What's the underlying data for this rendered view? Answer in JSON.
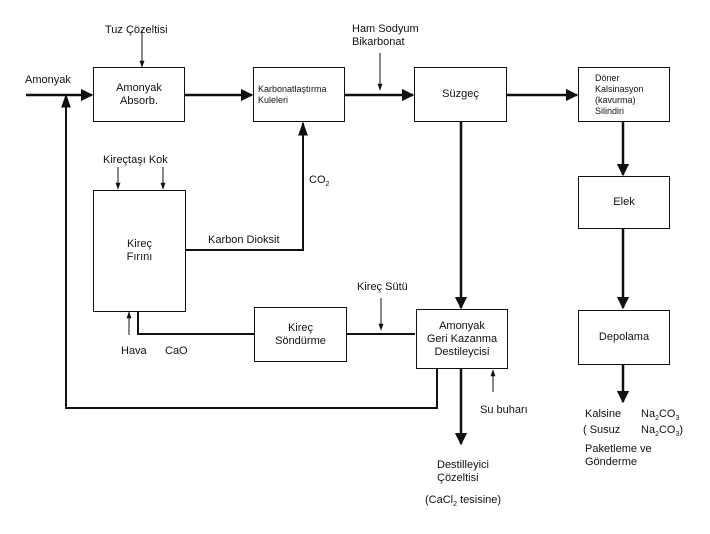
{
  "inputs": {
    "tuz": "Tuz Çözeltisi",
    "amonyak": "Amonyak",
    "ham_sodyum_1": "Ham Sodyum",
    "ham_sodyum_2": "Bikarbonat",
    "kirectasi_kok": "Kireçtaşı Kok",
    "co2": "CO",
    "co2_sub": "2",
    "karbon_dioksit": "Karbon Dioksit",
    "kirec_sutu": "Kireç Sütü",
    "hava": "Hava",
    "cao": "CaO",
    "su_buhari": "Su buharı"
  },
  "boxes": {
    "absorb_1": "Amonyak",
    "absorb_2": "Absorb.",
    "karbon_1": "Karbonatlaştırma",
    "karbon_2": "Kuleleri",
    "suzgec": "Süzgeç",
    "doner_1": "Döner",
    "doner_2": "Kalsinasyon",
    "doner_3": "(kavurma)",
    "doner_4": "Silindiri",
    "elek": "Elek",
    "depolama": "Depolama",
    "firin_1": "Kireç",
    "firin_2": "Fırını",
    "sondurme_1": "Kireç",
    "sondurme_2": "Söndürme",
    "geri_1": "Amonyak",
    "geri_2": "Geri Kazanma",
    "geri_3": "Destileycisi"
  },
  "outputs": {
    "destil_1": "Destilleyici",
    "destil_2": "Çözeltisi",
    "cacl_pre": "(CaCl",
    "cacl_sub": "2",
    "cacl_post": " tesisine)",
    "kalsine": "Kalsine",
    "susuz": "( Susuz",
    "na_1": "Na",
    "na_1_sub": "2",
    "na_1_post": "CO",
    "na_1_sub2": "3",
    "na_2": "Na",
    "na_2_sub": "2",
    "na_2_post": "CO",
    "na_2_sub2": "3",
    "na_2_close": ")",
    "paket_1": "Paketleme ve",
    "paket_2": "Gönderme"
  }
}
